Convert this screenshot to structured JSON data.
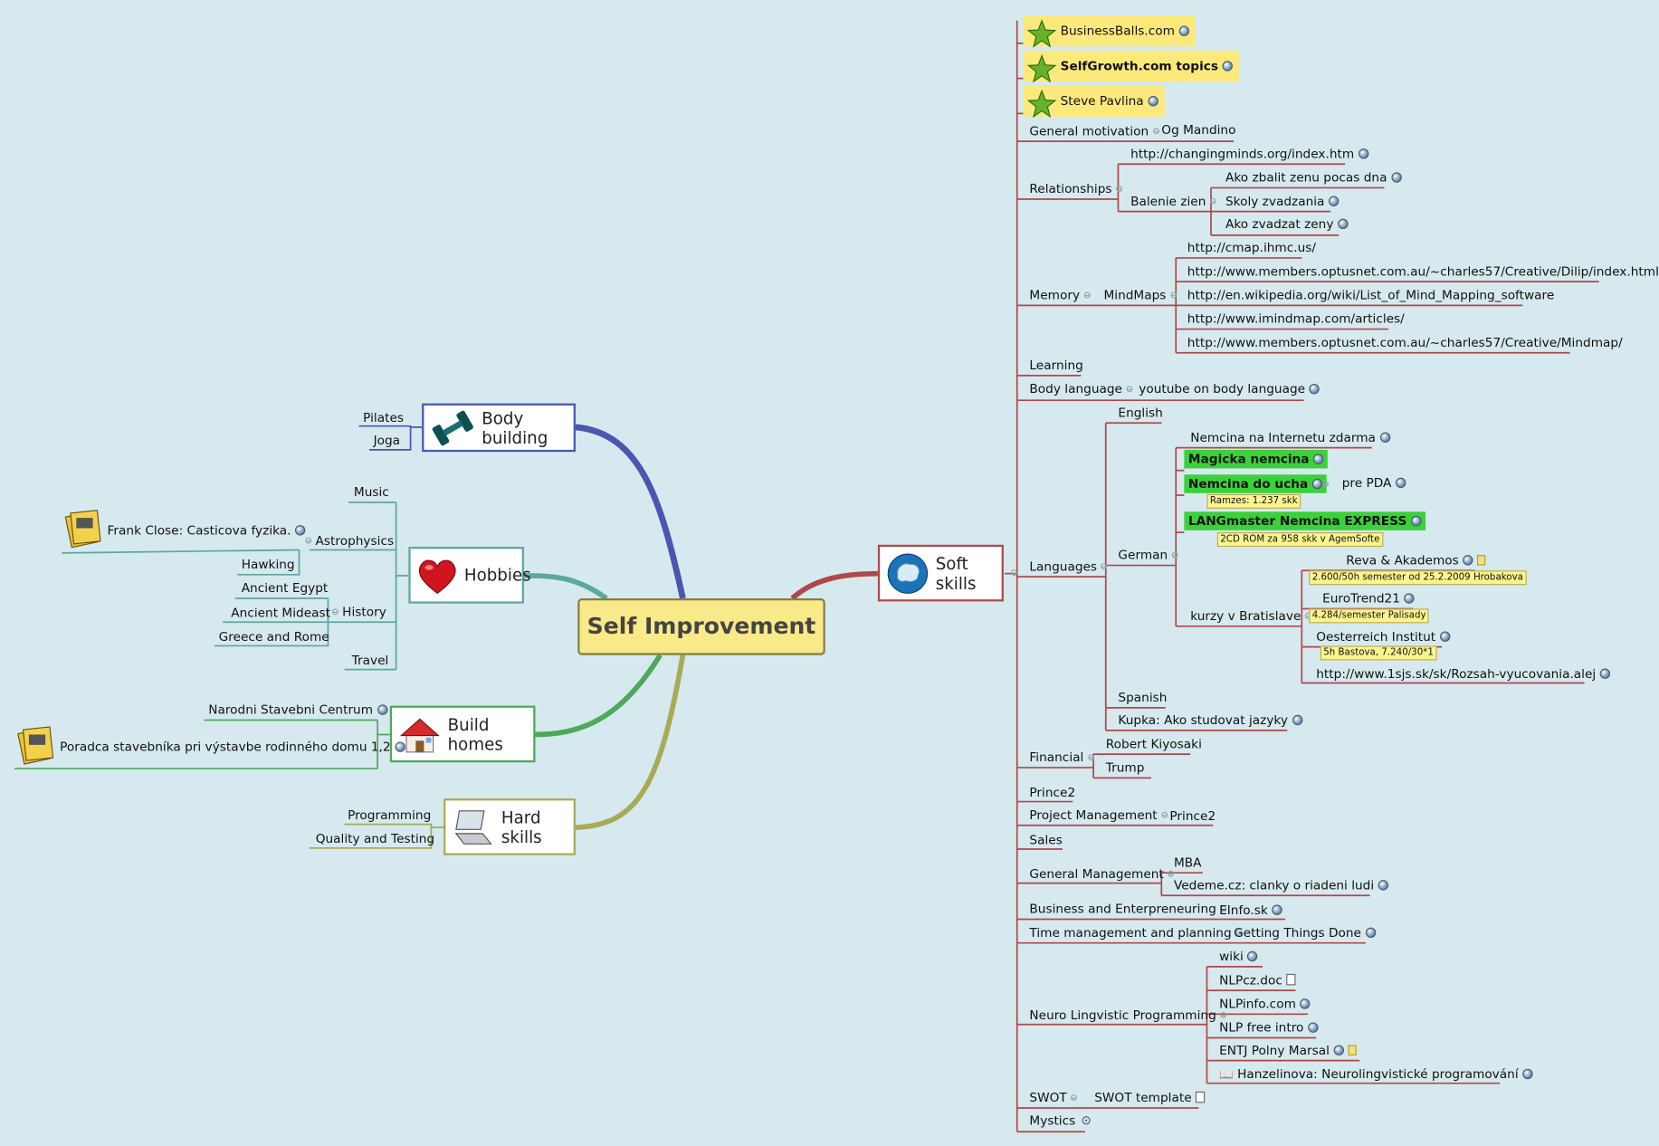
{
  "central": "Self Improvement",
  "left": {
    "body_building": {
      "title": "Body building",
      "children": [
        "Pilates",
        "Joga"
      ]
    },
    "hobbies": {
      "title": "Hobbies",
      "music": "Music",
      "astrophysics": "Astrophysics",
      "frank_close": "Frank Close: Casticova fyzika.",
      "hawking": "Hawking",
      "history": "History",
      "ancient_egypt": "Ancient Egypt",
      "ancient_mideast": "Ancient Mideast",
      "greece_rome": "Greece and Rome",
      "travel": "Travel"
    },
    "build_homes": {
      "title": "Build homes",
      "nsc": "Narodni Stavebni Centrum",
      "poradca": "Poradca stavebníka pri výstavbe rodinného domu 1,2"
    },
    "hard_skills": {
      "title": "Hard skills",
      "children": [
        "Programming",
        "Quality and Testing"
      ]
    }
  },
  "soft": {
    "title": "Soft skills",
    "businessballs": "BusinessBalls.com",
    "selfgrowth": "SelfGrowth.com topics",
    "pavlina": "Steve Pavlina",
    "general_motivation": "General motivation",
    "og_mandino": "Og Mandino",
    "relationships": "Relationships",
    "changingminds": "http://changingminds.org/index.htm",
    "balenie": "Balenie zien",
    "ako_zbalit": "Ako zbalit zenu pocas dna",
    "skoly": "Skoly zvadzania",
    "ako_zvadzat": "Ako zvadzat zeny",
    "memory": "Memory",
    "mindmaps": "MindMaps",
    "mm_links": [
      "http://cmap.ihmc.us/",
      "http://www.members.optusnet.com.au/~charles57/Creative/Dilip/index.html",
      "http://en.wikipedia.org/wiki/List_of_Mind_Mapping_software",
      "http://www.imindmap.com/articles/",
      "http://www.members.optusnet.com.au/~charles57/Creative/Mindmap/"
    ],
    "learning": "Learning",
    "body_language": "Body language",
    "youtube_body": "youtube on body language",
    "languages": "Languages",
    "english": "English",
    "german": "German",
    "nemcina_internet": "Nemcina na Internetu zdarma",
    "magicka": "Magicka nemcina",
    "nemcina_ucha": "Nemcina do ucha",
    "pre_pda": "pre PDA",
    "ramzes": "Ramzes: 1.237 skk",
    "langmaster": "LANGmaster Nemcina EXPRESS",
    "cd_rom": "2CD ROM za 958 skk v AgemSofte",
    "kurzy": "kurzy v Bratislave",
    "reva": "Reva & Akademos",
    "reva_label": "2.600/50h semester od 25.2.2009 Hrobakova",
    "eurotrend": "EuroTrend21",
    "eurotrend_label": "4.284/semester Palisady",
    "oesterreich": "Oesterreich Institut",
    "oesterreich_label": "5h Bastova, 7.240/30*1",
    "sjs": "http://www.1sjs.sk/sk/Rozsah-vyucovania.alej",
    "spanish": "Spanish",
    "kupka": "Kupka: Ako studovat jazyky",
    "financial": "Financial",
    "kiyosaki": "Robert Kiyosaki",
    "trump": "Trump",
    "prince2": "Prince2",
    "project_management": "Project Management",
    "pm_prince2": "Prince2",
    "sales": "Sales",
    "general_management": "General Management",
    "mba": "MBA",
    "vedeme": "Vedeme.cz: clanky o riadeni ludi",
    "business": "Business and Enterpreneuring",
    "einfo": "EInfo.sk",
    "time_mgmt": "Time management and planning",
    "gtd": "Getting Things Done",
    "nlp": "Neuro Lingvistic Programming",
    "nlp_wiki": "wiki",
    "nlpcz": "NLPcz.doc",
    "nlpinfo": "NLPinfo.com",
    "nlp_free": "NLP free intro",
    "entj": "ENTJ  Polny Marsal",
    "hanzelinova": "Hanzelinova: Neurolingvistické programování",
    "swot": "SWOT",
    "swot_template": "SWOT template",
    "mystics": "Mystics"
  },
  "colors": {
    "body": "#4a56b0",
    "hobbies": "#5aa8a0",
    "homes": "#4da85a",
    "hard": "#a8aa55",
    "soft": "#b04848",
    "background": "#d6e9ee"
  }
}
